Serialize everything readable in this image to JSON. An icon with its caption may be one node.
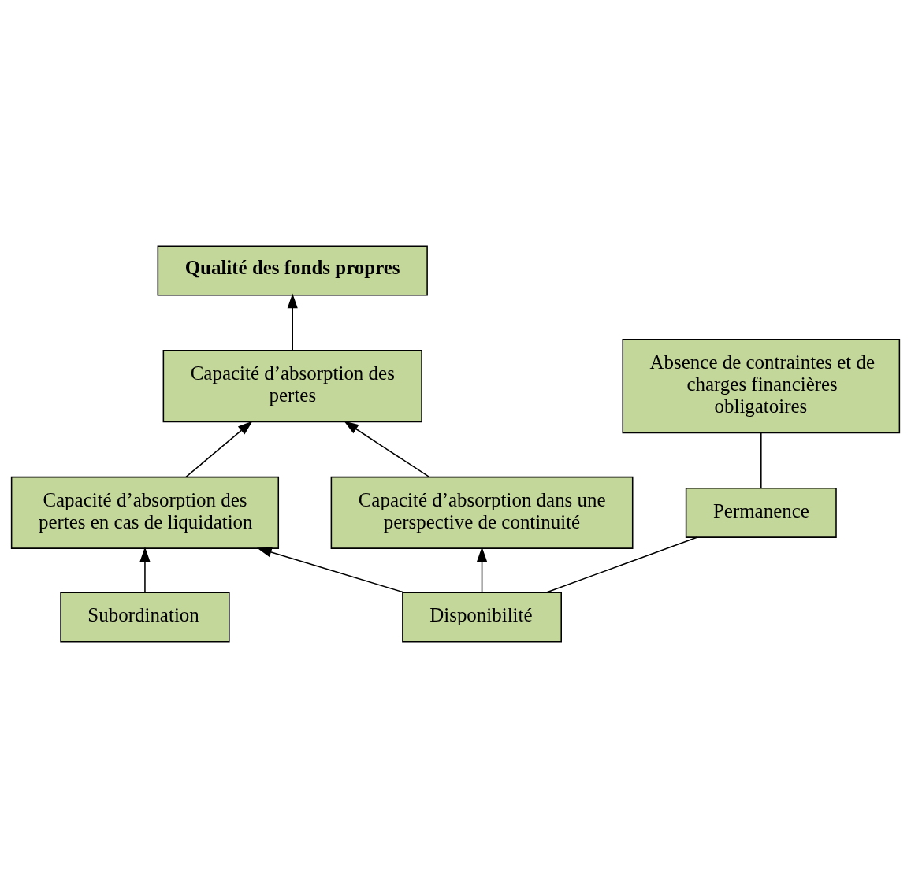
{
  "diagram": {
    "nodes": [
      {
        "text": [
          "Qualité des fonds propres"
        ]
      },
      {
        "text": [
          "Capacité d’absorption des pertes"
        ]
      },
      {
        "text": [
          "Capacité d’absorption dans une perspective de continuité"
        ]
      },
      {
        "text": [
          "Capacité d’absorption des pertes en cas de liquidation"
        ]
      },
      {
        "text": [
          "Subordination"
        ]
      },
      {
        "text": [
          "Disponibilité"
        ]
      },
      {
        "text": [
          "Permanence"
        ]
      },
      {
        "text": [
          "Absence de contraintes et de charges financières obligatoires"
        ]
      }
    ],
    "edges": [
      {
        "from": 1,
        "to": 0,
        "arrow": "to"
      },
      {
        "from": 2,
        "to": 1,
        "arrow": "to"
      },
      {
        "from": 3,
        "to": 1,
        "arrow": "to"
      },
      {
        "from": 5,
        "to": 2,
        "arrow": "to"
      },
      {
        "from": 5,
        "to": 3,
        "arrow": "to"
      },
      {
        "from": 4,
        "to": 3,
        "arrow": "to"
      },
      {
        "from": 5,
        "to": 6,
        "arrow": "none"
      },
      {
        "from": 6,
        "to": 7,
        "arrow": "none"
      }
    ]
  }
}
